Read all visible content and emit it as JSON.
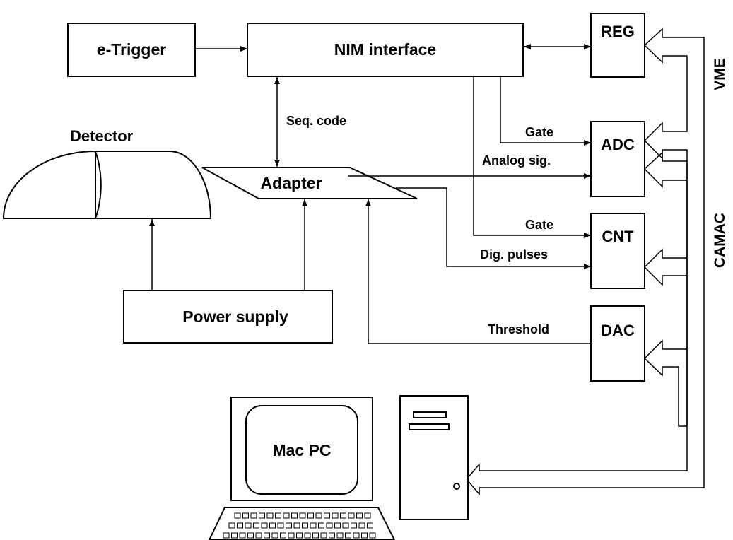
{
  "blocks": {
    "etrigger": "e-Trigger",
    "nim": "NIM interface",
    "reg": "REG",
    "adc": "ADC",
    "cnt": "CNT",
    "dac": "DAC",
    "adapter": "Adapter",
    "power": "Power supply",
    "computer": "Mac PC"
  },
  "labels": {
    "detector": "Detector",
    "seq_code": "Seq. code",
    "gate_adc": "Gate",
    "analog_sig": "Analog sig.",
    "gate_cnt": "Gate",
    "dig_pulses": "Dig. pulses",
    "threshold": "Threshold",
    "vme": "VME",
    "camac": "CAMAC"
  },
  "colors": {
    "stroke": "#000000",
    "background": "#ffffff"
  }
}
